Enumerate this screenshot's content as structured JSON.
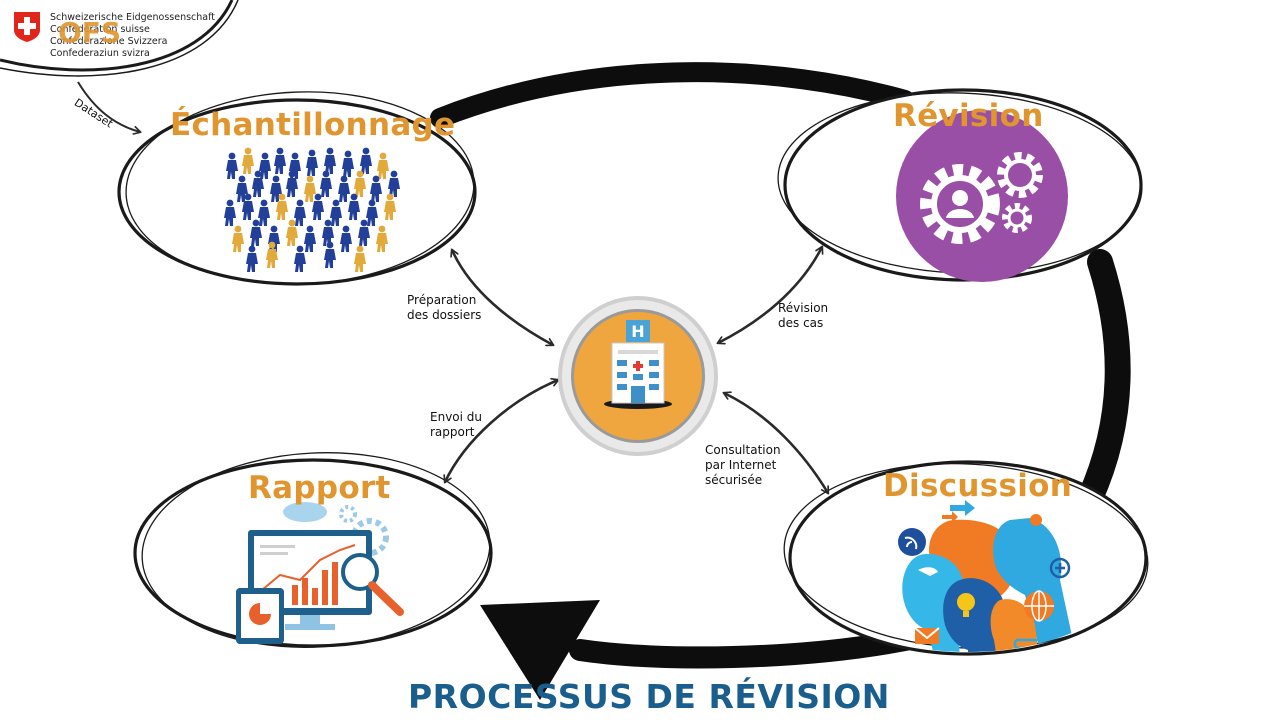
{
  "logo": {
    "lines": [
      "Schweizerische Eidgenossenschaft",
      "Confédération suisse",
      "Confederazione Svizzera",
      "Confederaziun svizra"
    ],
    "acronym": "OFS",
    "cross_color": "#e1251b"
  },
  "dataset_label": "Dataset",
  "nodes": {
    "sampling": {
      "title": "Échantillonnage",
      "icon": "people-crowd-icon"
    },
    "revision": {
      "title": "Révision",
      "icon": "gears-user-icon"
    },
    "report": {
      "title": "Rapport",
      "icon": "analytics-report-icon"
    },
    "discussion": {
      "title": "Discussion",
      "icon": "discussion-heads-icon"
    },
    "hub": {
      "icon": "hospital-icon",
      "letter": "H"
    }
  },
  "edge_labels": {
    "prep": [
      "Préparation",
      "des dossiers"
    ],
    "review": [
      "Révision",
      "des cas"
    ],
    "send": [
      "Envoi du",
      "rapport"
    ],
    "consult": [
      "Consultation",
      "par Internet",
      "sécurisée"
    ]
  },
  "title": "PROCESSUS DE RÉVISION",
  "colors": {
    "accent": "#e0952e",
    "title": "#1a5e8e",
    "purple": "#9a4fa6",
    "hub_orange": "#efa63e",
    "people_blue": "#22409a",
    "people_gold": "#e2a93b"
  }
}
